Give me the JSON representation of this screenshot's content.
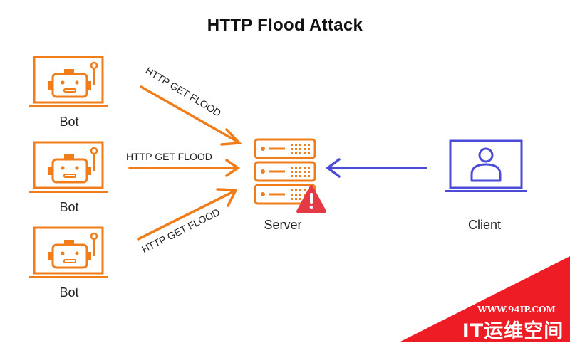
{
  "title": "HTTP Flood Attack",
  "bots": [
    {
      "label": "Bot"
    },
    {
      "label": "Bot"
    },
    {
      "label": "Bot"
    }
  ],
  "flood_labels": [
    "HTTP GET FLOOD",
    "HTTP GET FLOOD",
    "HTTP GET FLOOD"
  ],
  "server": {
    "label": "Server",
    "alert_icon": "warning-triangle-icon"
  },
  "client": {
    "label": "Client",
    "icon": "user-monitor-icon"
  },
  "colors": {
    "bot": "#f07d1a",
    "server": "#f07d1a",
    "client": "#4b4bd8",
    "alert": "#e63946",
    "watermark": "#ee1c25"
  },
  "watermark": {
    "url": "WWW.94IP.COM",
    "brand": "IT运维空间"
  }
}
